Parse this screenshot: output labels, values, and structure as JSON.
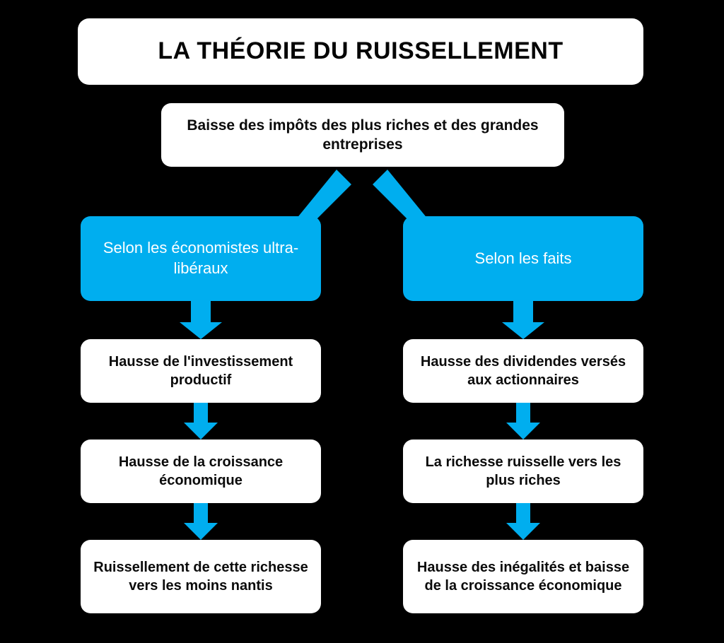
{
  "diagram": {
    "title": "LA THÉORIE DU RUISSELLEMENT",
    "background_color": "#000000",
    "accent_color": "#00AEEF",
    "box_white_color": "#FFFFFF",
    "text_dark_color": "#0B0B0B",
    "text_light_color": "#FFFFFF"
  },
  "premise": {
    "label": "Baisse des impôts des plus riches et des grandes entreprises"
  },
  "branches": [
    {
      "id": "economists",
      "label": "Selon les économistes ultra-libéraux",
      "steps": [
        {
          "label": "Hausse de l'investissement productif"
        },
        {
          "label": "Hausse de la croissance économique"
        },
        {
          "label": "Ruissellement de cette richesse vers les moins nantis"
        }
      ]
    },
    {
      "id": "facts",
      "label": "Selon les faits",
      "steps": [
        {
          "label": "Hausse des dividendes versés aux actionnaires"
        },
        {
          "label": "La richesse ruisselle vers les plus riches"
        },
        {
          "label": "Hausse des inégalités et baisse de la croissance économique"
        }
      ]
    }
  ],
  "connectors": {
    "split_left": "diagonal-arrow-down-left",
    "split_right": "diagonal-arrow-down-right",
    "vertical": "arrow-down"
  }
}
